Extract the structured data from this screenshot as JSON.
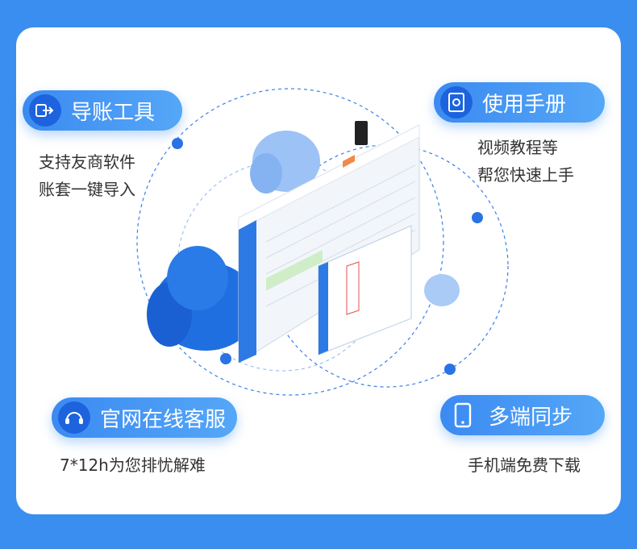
{
  "features": {
    "import_tool": {
      "title": "导账工具",
      "desc": [
        "支持友商软件",
        "账套一键导入"
      ],
      "icon": "import-icon"
    },
    "manual": {
      "title": "使用手册",
      "desc": [
        "视频教程等",
        "帮您快速上手"
      ],
      "icon": "manual-icon"
    },
    "service": {
      "title": "官网在线客服",
      "desc": [
        "7*12h为您排忧解难"
      ],
      "icon": "chat-icon"
    },
    "sync": {
      "title": "多端同步",
      "desc": [
        "手机端免费下载"
      ],
      "icon": "phone-icon"
    }
  },
  "colors": {
    "background": "#3a8ef0",
    "accent": "#2a72e5",
    "pill_start": "#3b8af2",
    "pill_end": "#55a7f7"
  }
}
